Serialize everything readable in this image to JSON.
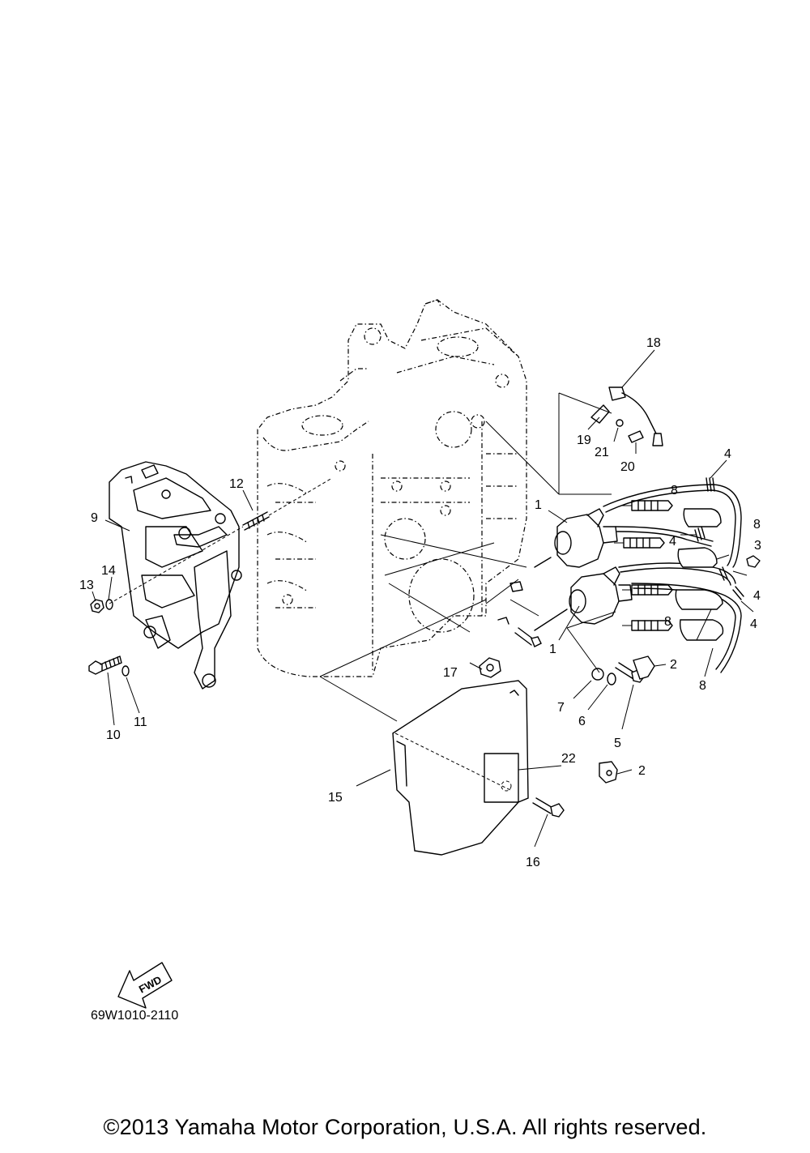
{
  "diagram": {
    "callouts": [
      {
        "id": "c1a",
        "label": "1"
      },
      {
        "id": "c1b",
        "label": "1"
      },
      {
        "id": "c2a",
        "label": "2"
      },
      {
        "id": "c2b",
        "label": "2"
      },
      {
        "id": "c3",
        "label": "3"
      },
      {
        "id": "c4a",
        "label": "4"
      },
      {
        "id": "c4b",
        "label": "4"
      },
      {
        "id": "c4c",
        "label": "4"
      },
      {
        "id": "c4d",
        "label": "4"
      },
      {
        "id": "c5",
        "label": "5"
      },
      {
        "id": "c6",
        "label": "6"
      },
      {
        "id": "c7",
        "label": "7"
      },
      {
        "id": "c8a",
        "label": "8"
      },
      {
        "id": "c8b",
        "label": "8"
      },
      {
        "id": "c8c",
        "label": "8"
      },
      {
        "id": "c8d",
        "label": "8"
      },
      {
        "id": "c9",
        "label": "9"
      },
      {
        "id": "c10",
        "label": "10"
      },
      {
        "id": "c11",
        "label": "11"
      },
      {
        "id": "c12",
        "label": "12"
      },
      {
        "id": "c13",
        "label": "13"
      },
      {
        "id": "c14",
        "label": "14"
      },
      {
        "id": "c15",
        "label": "15"
      },
      {
        "id": "c16",
        "label": "16"
      },
      {
        "id": "c17",
        "label": "17"
      },
      {
        "id": "c18",
        "label": "18"
      },
      {
        "id": "c19",
        "label": "19"
      },
      {
        "id": "c20",
        "label": "20"
      },
      {
        "id": "c21",
        "label": "21"
      },
      {
        "id": "c22",
        "label": "22"
      }
    ],
    "fwd_label": "FWD",
    "part_code": "69W1010-2110"
  },
  "footer": {
    "copyright": "©2013 Yamaha Motor Corporation, U.S.A. All rights reserved."
  }
}
